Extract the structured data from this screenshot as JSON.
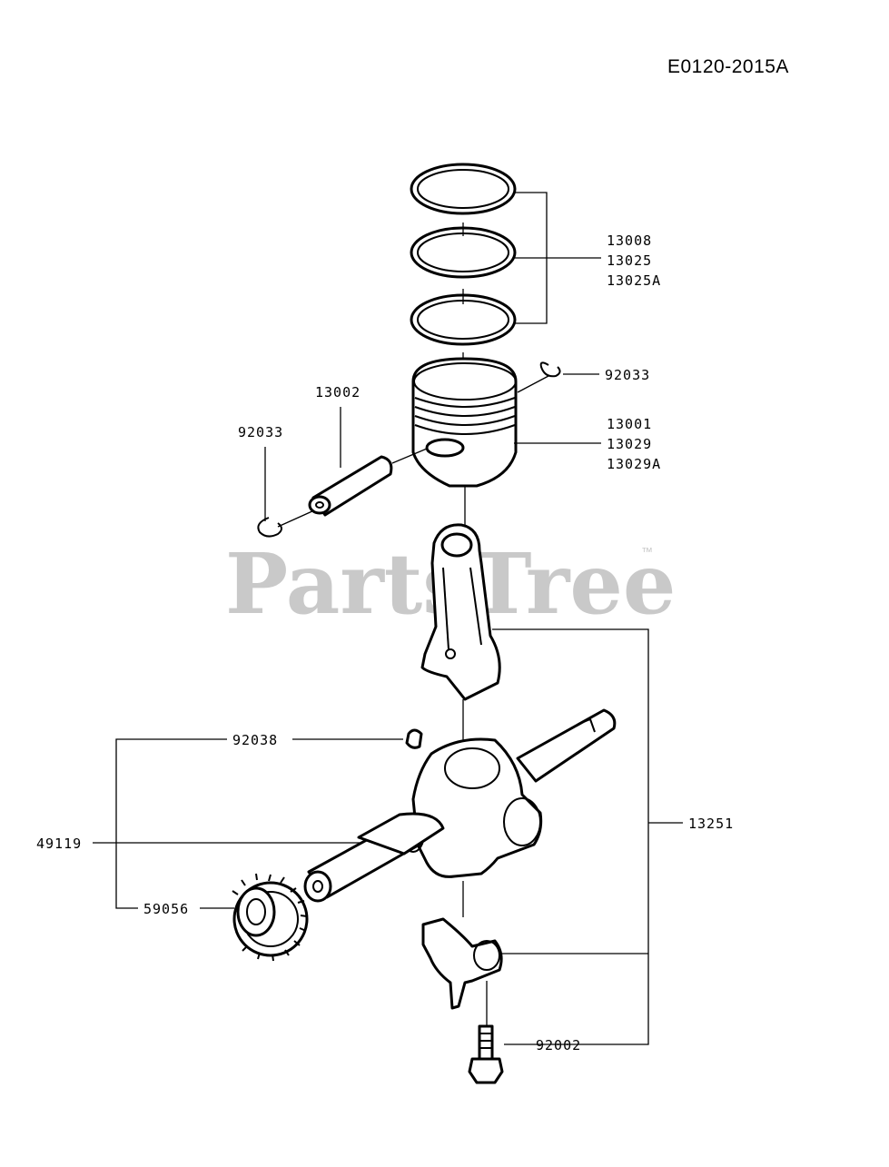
{
  "diagram_code": "E0120-2015A",
  "watermark": "PartsTree",
  "watermark_tm": "™",
  "callouts": {
    "piston_rings": [
      "13008",
      "13025",
      "13025A"
    ],
    "circlip_right": "92033",
    "piston_pin": "13002",
    "circlip_left": "92033",
    "piston": [
      "13001",
      "13029",
      "13029A"
    ],
    "key": "92038",
    "crankshaft": "49119",
    "connecting_rod_assy": "13251",
    "gear": "59056",
    "bolt": "92002"
  }
}
